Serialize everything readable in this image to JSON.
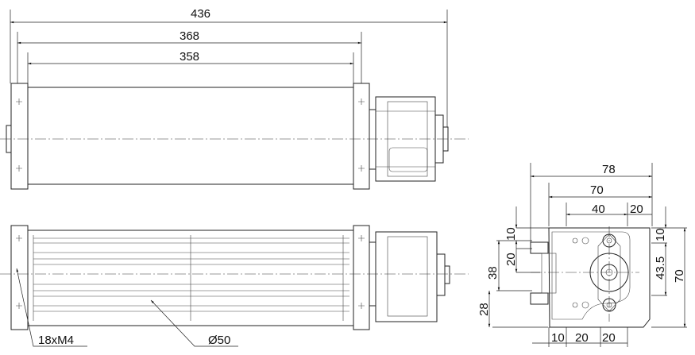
{
  "top_view": {
    "dim_total": "436",
    "dim_plates": "368",
    "dim_rotor": "358"
  },
  "bottom_view": {
    "thread_label": "18xM4",
    "diameter_label": "Ø50"
  },
  "side_view": {
    "dim_width_total": "78",
    "dim_width_body": "70",
    "dim_hole_spacing": "40",
    "dim_hole_offset": "20",
    "dim_left_top": "10",
    "dim_left_mid": "20",
    "dim_left_38": "38",
    "dim_left_28": "28",
    "dim_right_top": "10",
    "dim_right_43": "43.5",
    "dim_height": "70",
    "dim_bottom_10": "10",
    "dim_bottom_20a": "20",
    "dim_bottom_20b": "20"
  }
}
